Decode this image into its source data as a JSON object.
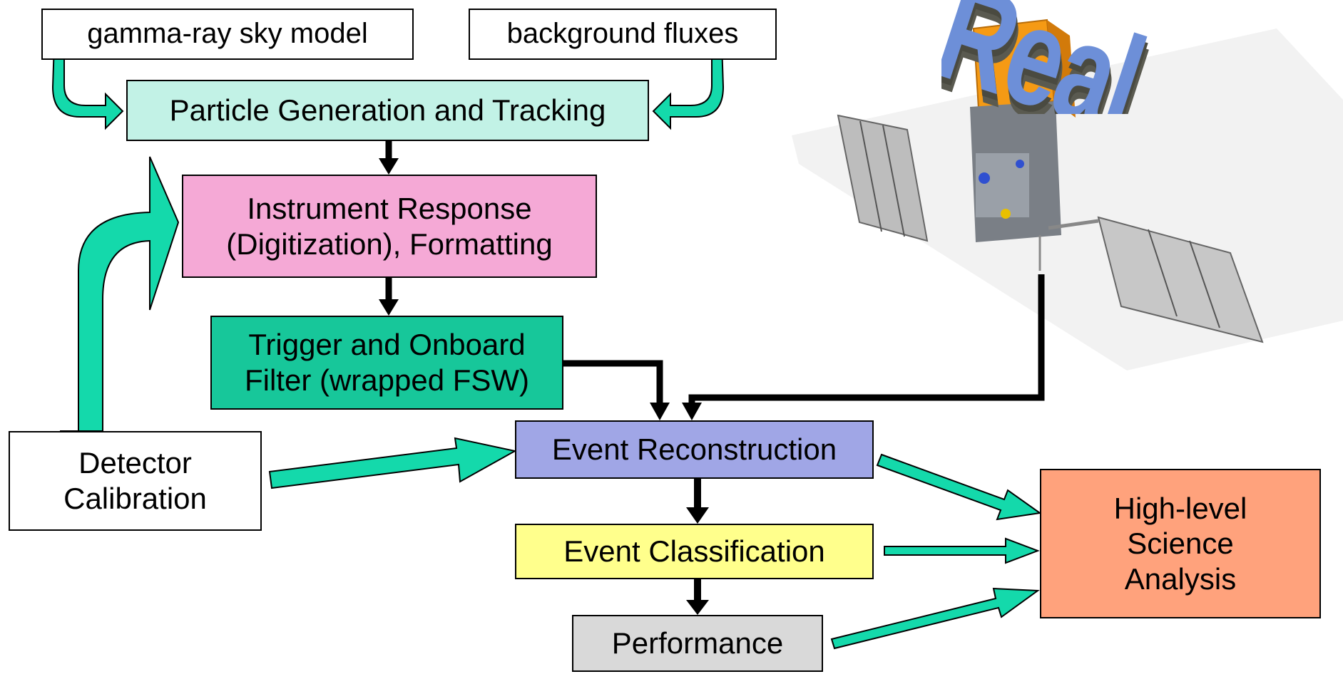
{
  "boxes": {
    "sky_model": "gamma-ray sky model",
    "background": "background fluxes",
    "particle": "Particle Generation and Tracking",
    "instrument": "Instrument Response\n(Digitization), Formatting",
    "trigger": "Trigger and Onboard\nFilter (wrapped FSW)",
    "detector": "Detector\nCalibration",
    "event_recon": "Event Reconstruction",
    "event_class": "Event Classification",
    "performance": "Performance",
    "high_level": "High-level\nScience\nAnalysis"
  },
  "title_art": "Real LAT Data",
  "colors": {
    "particle": "#c2f2e6",
    "instrument": "#f5a9d6",
    "trigger": "#17c79a",
    "event_recon": "#a0a6e6",
    "event_class": "#ffff8c",
    "performance": "#d9d9d9",
    "high_level": "#ffa27c",
    "arrow_teal": "#14d9ab"
  }
}
